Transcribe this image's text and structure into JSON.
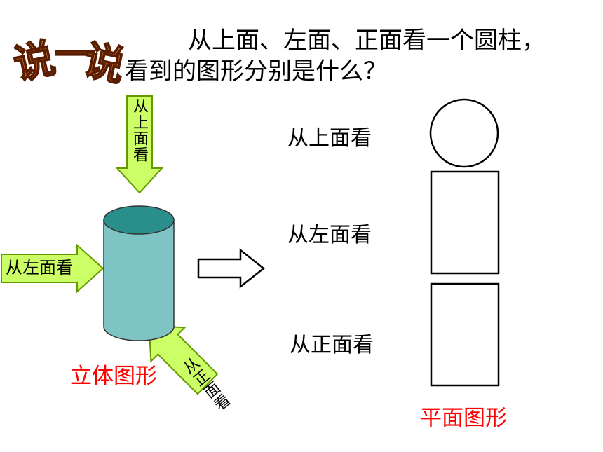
{
  "logo": {
    "text": "说一说",
    "alt_colors": [
      "#f6c04a",
      "#d45a12",
      "#8a2a06"
    ]
  },
  "question": {
    "line1": "从上面、左面、正面看一个圆柱，",
    "line2": "看到的图形分别是什么？"
  },
  "arrows": {
    "top": "从上面看",
    "left": "从左面看",
    "front": "从正面看",
    "fill": "#ccff66",
    "stroke": "#669900"
  },
  "labels": {
    "solid": "立体图形",
    "plane": "平面图形",
    "red": "#ff0000"
  },
  "views": [
    {
      "label": "从上面看",
      "shape": "circle"
    },
    {
      "label": "从左面看",
      "shape": "rectangle"
    },
    {
      "label": "从正面看",
      "shape": "rectangle"
    }
  ],
  "cylinder": {
    "top_color": "#2a8f8a",
    "body_color": "#7fc4c4"
  }
}
